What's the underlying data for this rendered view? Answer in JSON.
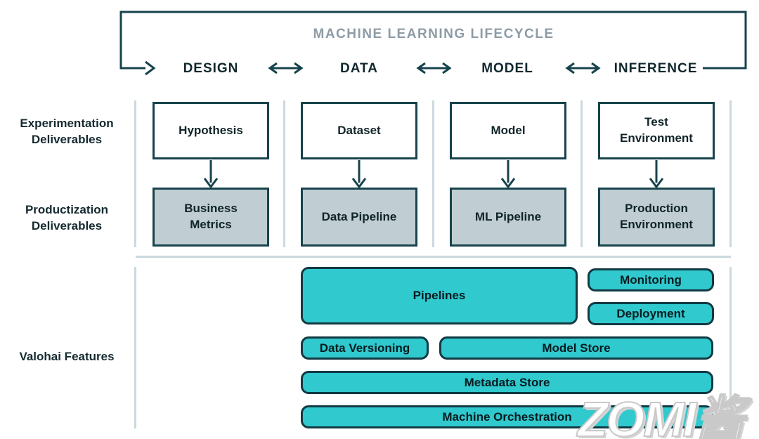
{
  "header": {
    "title": "MACHINE LEARNING LIFECYCLE",
    "stages": [
      {
        "label": "DESIGN"
      },
      {
        "label": "DATA"
      },
      {
        "label": "MODEL"
      },
      {
        "label": "INFERENCE"
      }
    ]
  },
  "row_labels": {
    "experimentation": "Experimentation Deliverables",
    "productization": "Productization Deliverables",
    "features": "Valohai Features"
  },
  "columns": [
    {
      "experimentation": "Hypothesis",
      "productization": "Business Metrics"
    },
    {
      "experimentation": "Dataset",
      "productization": "Data Pipeline"
    },
    {
      "experimentation": "Model",
      "productization": "ML Pipeline"
    },
    {
      "experimentation": "Test Environment",
      "productization": "Production Environment"
    }
  ],
  "features": {
    "pipelines": "Pipelines",
    "monitoring": "Monitoring",
    "deployment": "Deployment",
    "data_versioning": "Data Versioning",
    "model_store": "Model Store",
    "metadata_store": "Metadata Store",
    "machine_orchestration": "Machine Orchestration"
  },
  "watermark": "ZOMI酱",
  "colors": {
    "teal_fill": "#2FC9CE",
    "teal_border": "#123A43",
    "gray_fill": "#C0CDD3",
    "dark_line": "#17434C",
    "divider": "#CBD9DE",
    "title_gray": "#8D9CA6",
    "text_dark": "#102428"
  }
}
